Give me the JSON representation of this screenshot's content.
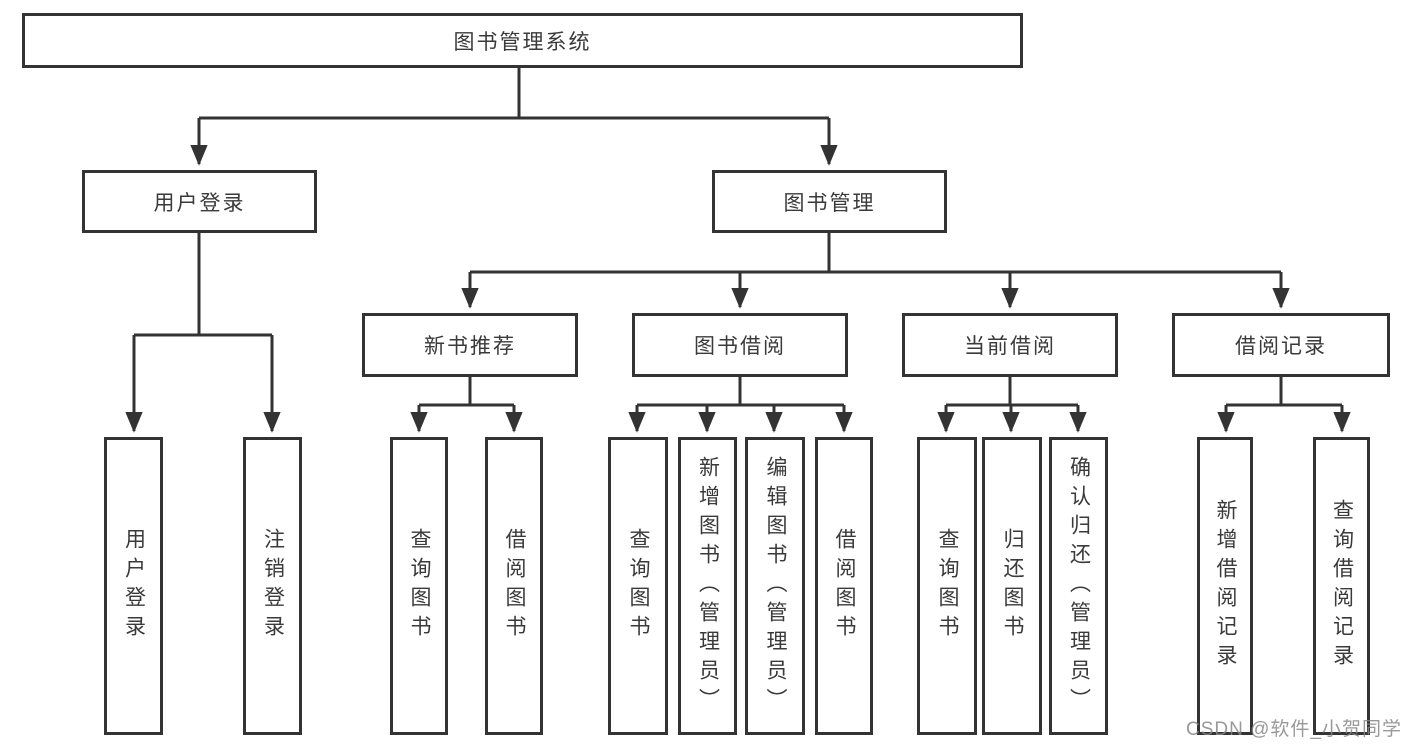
{
  "tree": {
    "root": "图书管理系统",
    "branches": [
      {
        "label": "用户登录",
        "children": [
          "用户登录",
          "注销登录"
        ]
      },
      {
        "label": "图书管理",
        "sections": [
          {
            "label": "新书推荐",
            "children": [
              "查询图书",
              "借阅图书"
            ]
          },
          {
            "label": "图书借阅",
            "children": [
              "查询图书",
              "新增图书（管理员）",
              "编辑图书（管理员）",
              "借阅图书"
            ]
          },
          {
            "label": "当前借阅",
            "children": [
              "查询图书",
              "归还图书",
              "确认归还（管理员）"
            ]
          },
          {
            "label": "借阅记录",
            "children": [
              "新增借阅记录",
              "查询借阅记录"
            ]
          }
        ]
      }
    ]
  },
  "watermark": "CSDN @软件_小贺同学",
  "colors": {
    "line": "#333333",
    "box_border": "#333333",
    "box_fill": "#ffffff",
    "text": "#3a3a3a",
    "watermark": "#878787"
  }
}
